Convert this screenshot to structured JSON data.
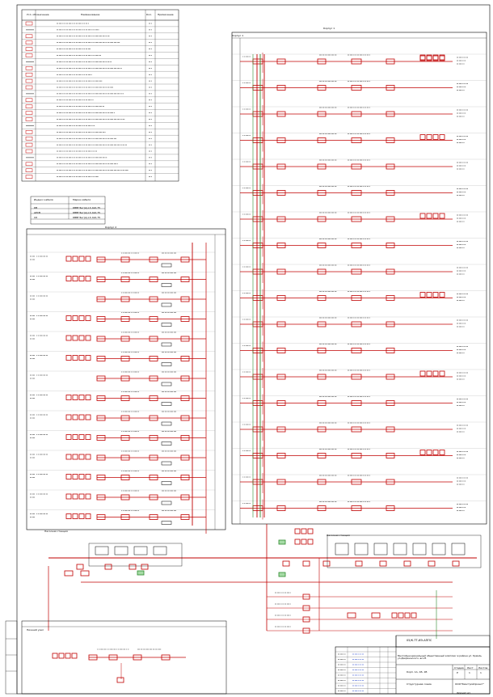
{
  "legend": {
    "headers": [
      "Усл. обозначение",
      "Наименование",
      "Кол.",
      "Примечание"
    ]
  },
  "cable_table": {
    "headers": [
      "Индекс кабеля",
      "Марка кабеля"
    ],
    "rows": [
      [
        "КВ",
        "КВВГЭнг(А)-LS 4х0,75"
      ],
      [
        "АРСВ",
        "КВВГЭнг(А)-LS 4х0,75"
      ],
      [
        "СК",
        "КВВГЭнг(А)-LS 4х0,75"
      ]
    ]
  },
  "sections": {
    "left_block": "Корпус 2",
    "right_block": "Корпус 1",
    "top_block": "Корпус 1",
    "bottom_left": "Насосная станция",
    "bottom_right": "Насосная станция",
    "lower_left": "Нижний узел"
  },
  "title_block": {
    "code": "05/К-ТТ-ИЭ-АППС",
    "project": "Многофункциональный общественный комплекс в районе ул. Кремль ул.Дзержинского, вл.25",
    "building": "Корп. 1А, 1Б, 1В",
    "sheet_title": "Структурная схема",
    "org": "ООО\"Ремстройпроект\"",
    "stage": "Р",
    "sheet": "1",
    "sheets": "1",
    "format": "Формат А1",
    "labels": [
      "Стадия",
      "Лист",
      "Листов"
    ]
  },
  "colors": {
    "device": "#c00000",
    "wire": "#c00000",
    "green": "#2e8b2e",
    "line": "#000000"
  }
}
